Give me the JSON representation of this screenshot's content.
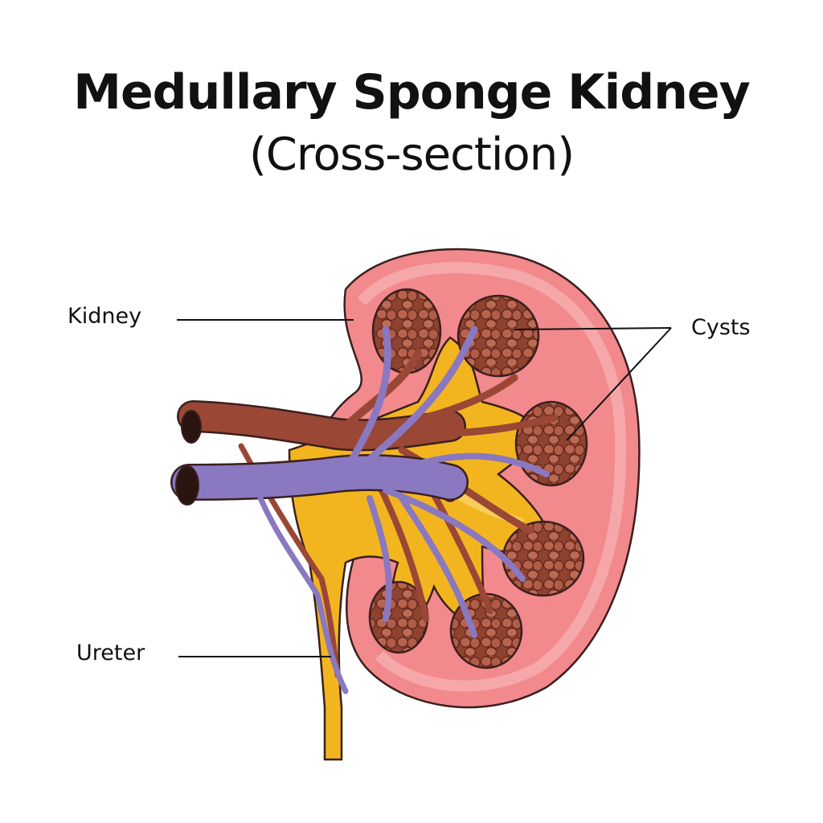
{
  "title": {
    "line1": "Medullary Sponge Kidney",
    "line2": "(Cross-section)"
  },
  "labels": {
    "kidney": "Kidney",
    "cysts": "Cysts",
    "ureter": "Ureter"
  },
  "colors": {
    "cortex": "#f08c8f",
    "cortex_light": "#f6a9ab",
    "pelvis": "#f3b51f",
    "artery": "#9b4736",
    "vein": "#8a78c0",
    "cyst_fill": "#9c4a35",
    "cyst_cell": "#b8634d",
    "outline": "#3a1f1f"
  }
}
